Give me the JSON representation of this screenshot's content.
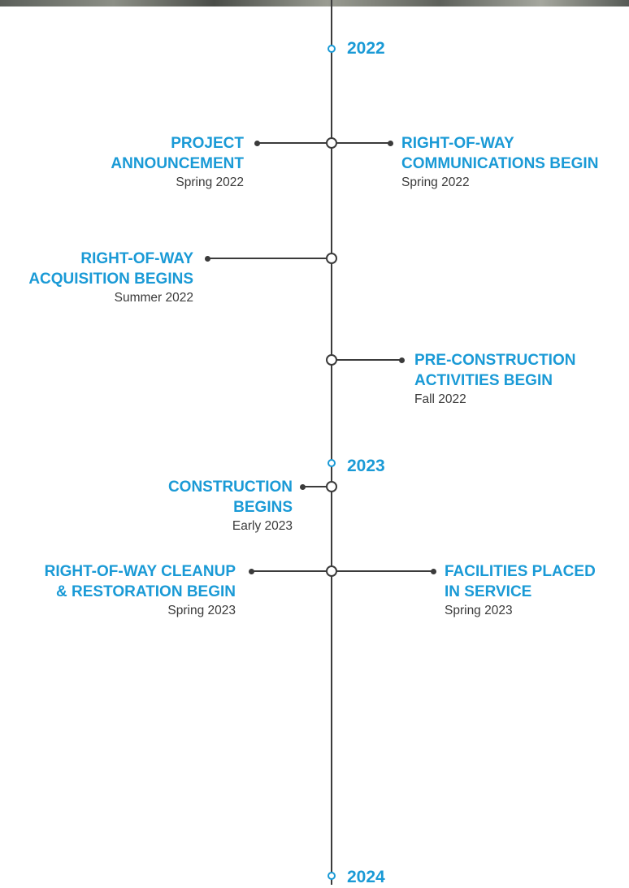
{
  "years": [
    "2022",
    "2023",
    "2024"
  ],
  "milestones": [
    {
      "title_lines": [
        "PROJECT",
        "ANNOUNCEMENT"
      ],
      "date": "Spring 2022"
    },
    {
      "title_lines": [
        "RIGHT-OF-WAY",
        "COMMUNICATIONS BEGIN"
      ],
      "date": "Spring 2022"
    },
    {
      "title_lines": [
        "RIGHT-OF-WAY",
        "ACQUISITION BEGINS"
      ],
      "date": "Summer 2022"
    },
    {
      "title_lines": [
        "PRE-CONSTRUCTION",
        "ACTIVITIES BEGIN"
      ],
      "date": "Fall 2022"
    },
    {
      "title_lines": [
        "CONSTRUCTION",
        "BEGINS"
      ],
      "date": "Early 2023"
    },
    {
      "title_lines": [
        "RIGHT-OF-WAY CLEANUP",
        "& RESTORATION BEGIN"
      ],
      "date": "Spring 2023"
    },
    {
      "title_lines": [
        "FACILITIES PLACED",
        "IN SERVICE"
      ],
      "date": "Spring 2023"
    }
  ],
  "colors": {
    "accent": "#1a9ad6",
    "line": "#3b3b3b",
    "date_text": "#3a3a3a",
    "background": "#ffffff"
  }
}
